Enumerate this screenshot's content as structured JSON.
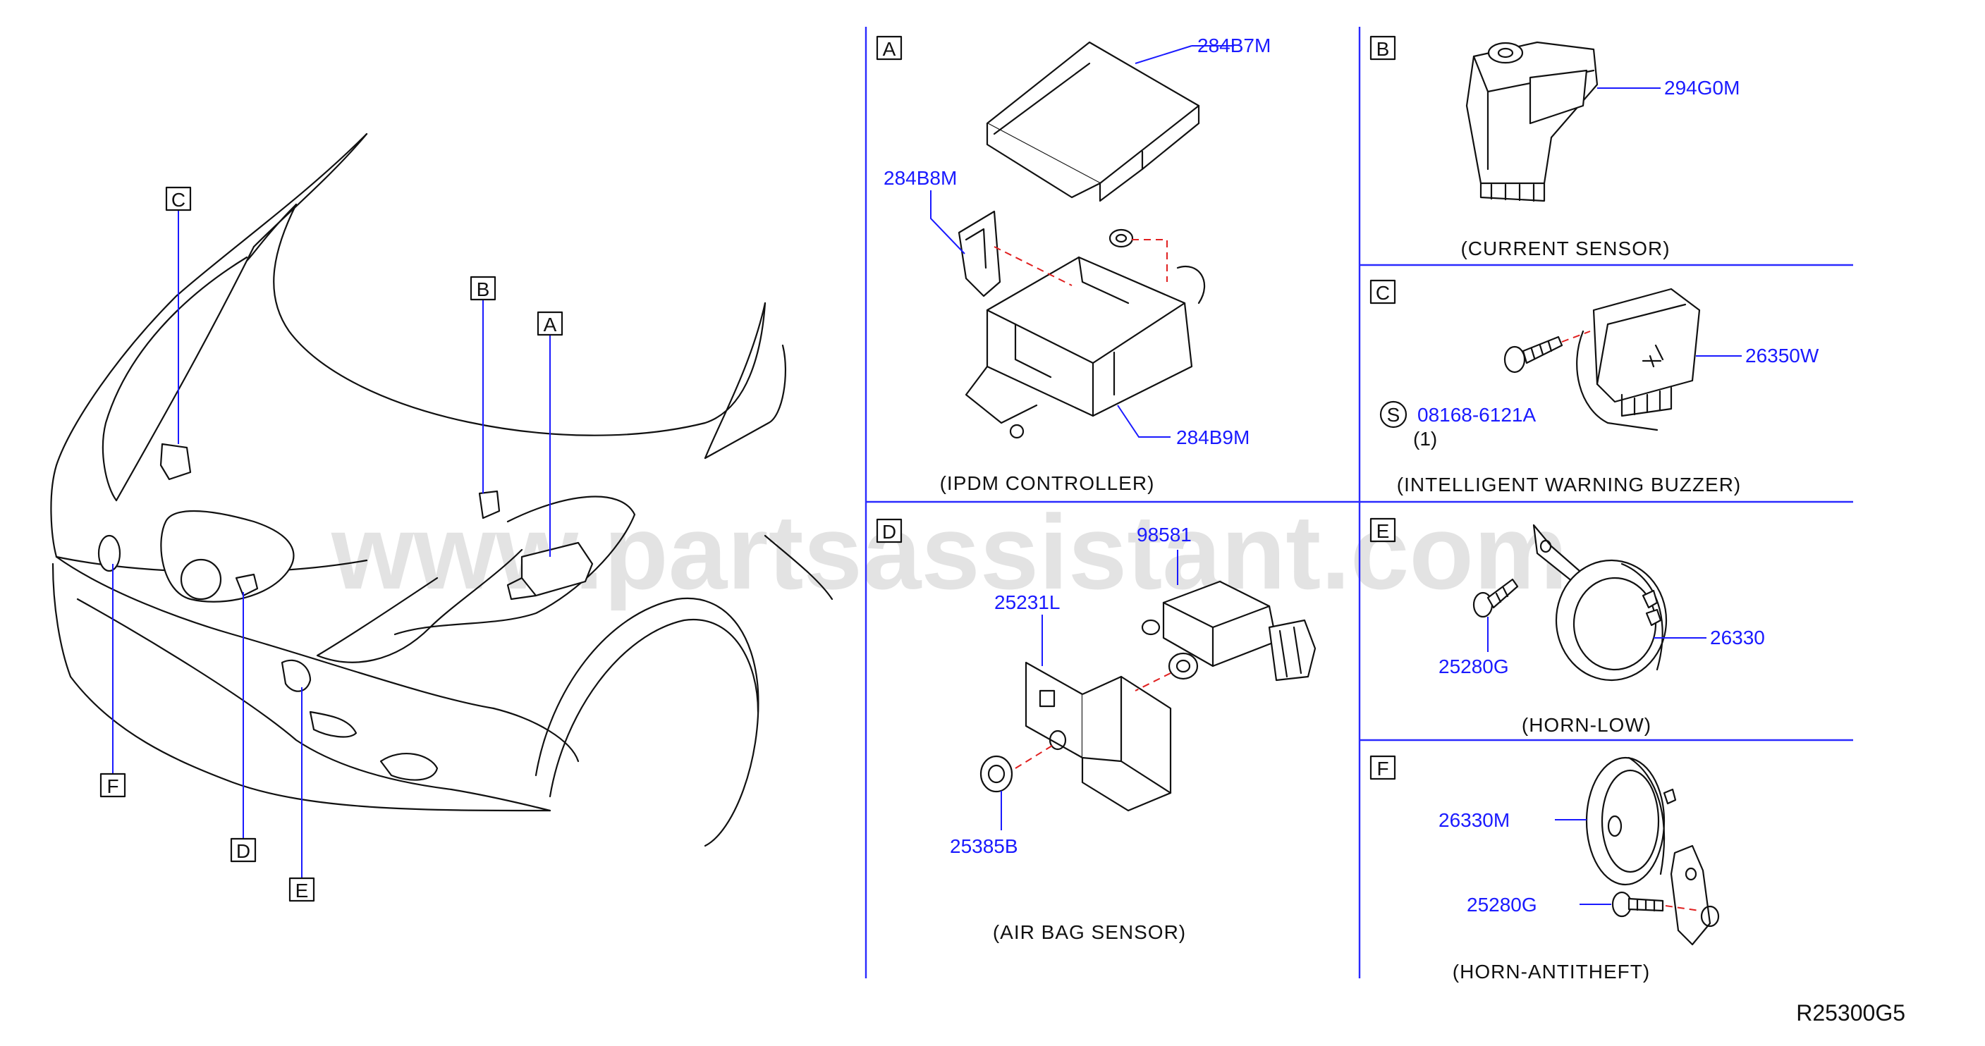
{
  "watermark": "www.partsassistant.com",
  "reference_code": "R25300G5",
  "overview_markers": {
    "A": "A",
    "B": "B",
    "C": "C",
    "D": "D",
    "E": "E",
    "F": "F"
  },
  "panels": {
    "A": {
      "letter": "A",
      "caption": "(IPDM  CONTROLLER)",
      "parts": [
        "284B7M",
        "284B8M",
        "284B9M"
      ]
    },
    "B": {
      "letter": "B",
      "caption": "(CURRENT  SENSOR)",
      "parts": [
        "294G0M"
      ]
    },
    "C": {
      "letter": "C",
      "caption": "(INTELLIGENT  WARNING  BUZZER)",
      "parts": [
        "26350W",
        "08168-6121A"
      ],
      "symbol": "S",
      "qty": "(1)"
    },
    "D": {
      "letter": "D",
      "caption": "(AIR  BAG  SENSOR)",
      "parts": [
        "98581",
        "25231L",
        "25385B"
      ]
    },
    "E": {
      "letter": "E",
      "caption": "(HORN-LOW)",
      "parts": [
        "25280G",
        "26330"
      ]
    },
    "F": {
      "letter": "F",
      "caption": "(HORN-ANTITHEFT)",
      "parts": [
        "26330M",
        "25280G"
      ]
    }
  },
  "colors": {
    "callout": "#1a1aff",
    "separator": "#2a2aff",
    "guide": "#e02020",
    "line": "#111111"
  }
}
